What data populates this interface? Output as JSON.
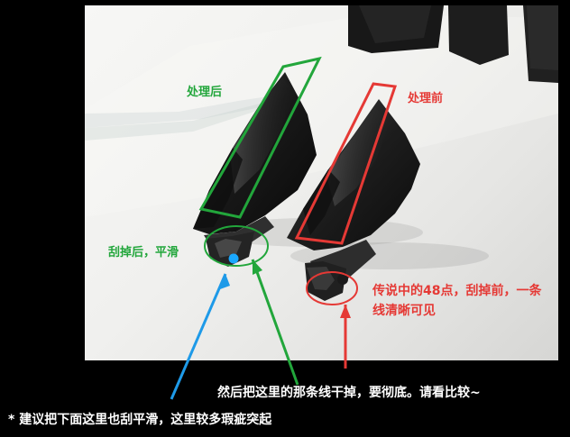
{
  "colors": {
    "green_annotation": "#22a63b",
    "red_annotation": "#e53935",
    "blue_annotation": "#1e9ae8",
    "white_text": "#ffffff",
    "background": "#000000"
  },
  "photo": {
    "subject": "two black plastic parts"
  },
  "annotations": {
    "after_label": "处理后",
    "before_label": "处理前",
    "scraped_label": "刮掉后，平滑",
    "legend_text": "传说中的48点，刮掉前，一条线清晰可见",
    "instruction_text": "然后把这里的那条线干掉，要彻底。请看比较~",
    "suggestion_text": "* 建议把下面这里也刮平滑，这里较多瑕疵突起"
  }
}
